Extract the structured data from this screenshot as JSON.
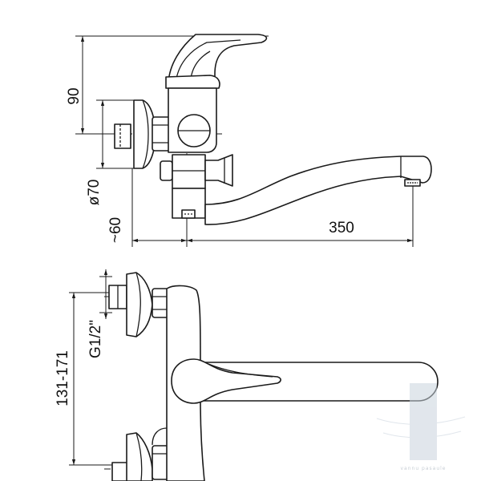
{
  "drawing": {
    "dimensions": {
      "lever_height": "90",
      "flange_diameter": "ø70",
      "wall_offset": "~60",
      "spout_length": "350",
      "center_distance": "131-171",
      "thread": "G1/2\""
    },
    "watermark": "vannu pasaule"
  }
}
